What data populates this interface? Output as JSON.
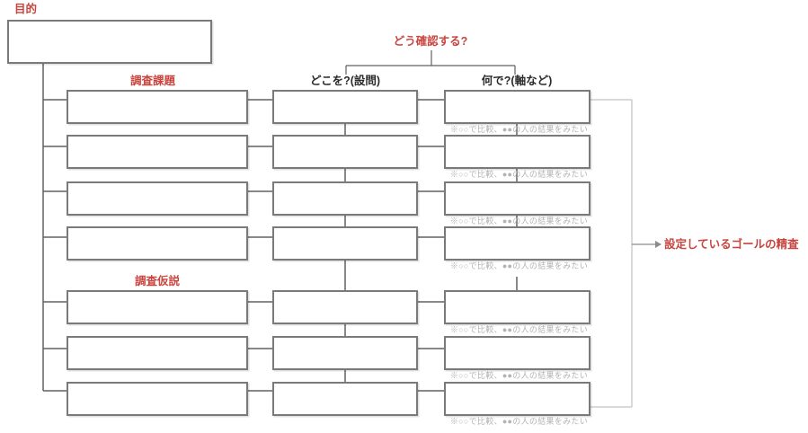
{
  "diagram": {
    "purpose_label": "目的",
    "issues_label": "調査課題",
    "hypotheses_label": "調査仮説",
    "confirm_question": "どう確認する?",
    "column_headers": {
      "where": "どこを?(設問)",
      "axis": "何で?(軸など)"
    },
    "row_count": 7,
    "issue_row_count": 4,
    "hypothesis_row_count": 3,
    "note_text": "※○○で比較、●●の人の結果をみたい",
    "goal_text": "設定しているゴールの精査",
    "colors": {
      "accent_red": "#c9443f",
      "box_border": "#7a7a7a",
      "connector_gray": "#616161",
      "note_gray": "#b3b3b3",
      "bracket_gray": "#c2c2c2",
      "arrow_gray": "#8c8c8c"
    }
  }
}
